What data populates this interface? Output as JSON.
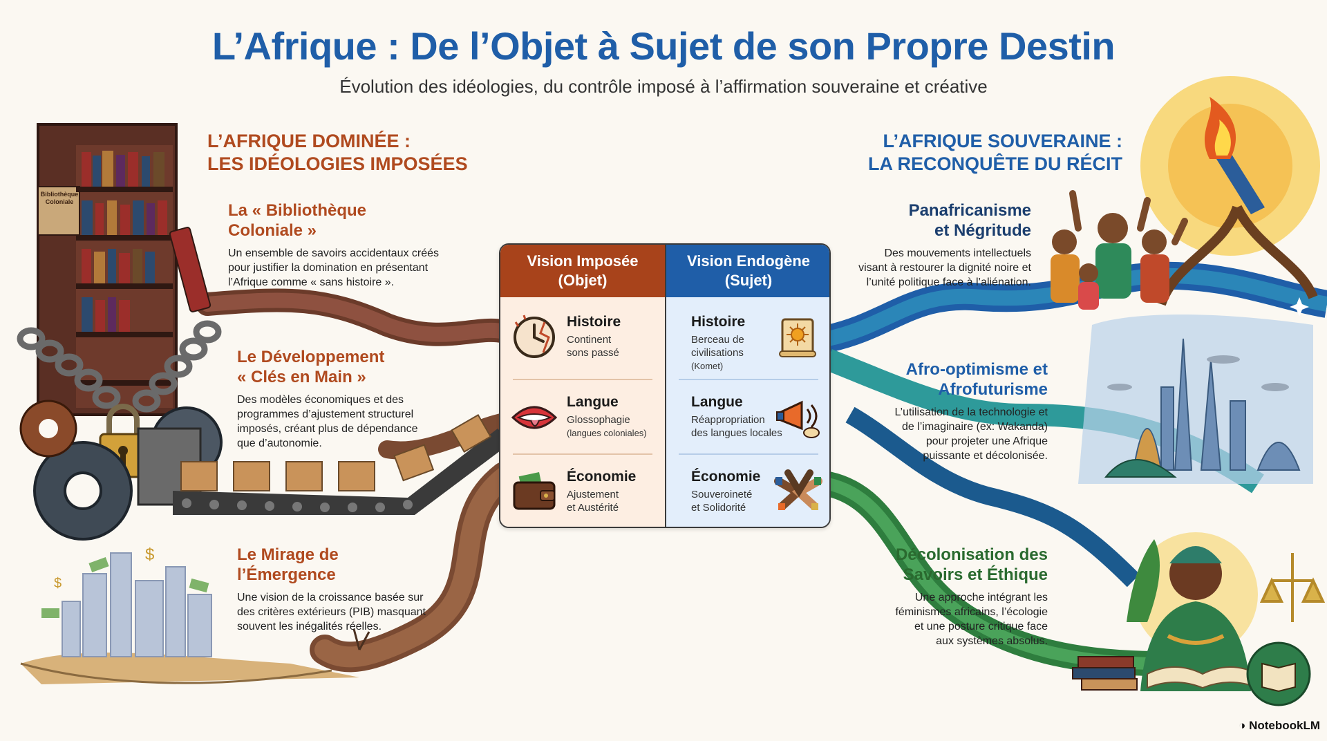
{
  "header": {
    "title": "L’Afrique : De l’Objet à Sujet de son Propre Destin",
    "subtitle": "Évolution des idéologies, du contrôle imposé à l’affirmation souveraine et créative"
  },
  "left": {
    "heading_line1": "L’AFRIQUE DOMINÉE :",
    "heading_line2": "LES IDÉOLOGIES IMPOSÉES",
    "bookshelf_label": "Bibliothèque Coloniale",
    "items": [
      {
        "title1": "La « Bibliothèque",
        "title2": "Coloniale »",
        "lines": [
          "Un ensemble de savoirs accidentaux créés",
          "pour justifier la domination en présentant",
          "l’Afrique comme « sans histoire »."
        ]
      },
      {
        "title1": "Le Développement",
        "title2": "« Clés en Main »",
        "lines": [
          "Des modèles économiques et des",
          "programmes d’ajustement structurel",
          "imposés, créant plus de dépendance",
          "que d’autonomie."
        ]
      },
      {
        "title1": "Le Mirage de",
        "title2": "l’Émergence",
        "lines": [
          "Une vision de la croissance basée sur",
          "des critères extérieurs (PIB) masquant",
          "souvent les inégalités réelles."
        ]
      }
    ]
  },
  "right": {
    "heading_line1": "L’AFRIQUE SOUVERAINE :",
    "heading_line2": "LA RECONQUÊTE DU RÉCIT",
    "items": [
      {
        "title1": "Panafricanisme",
        "title2": "et Négritude",
        "lines": [
          "Des mouvements intellectuels",
          "visant à restourer la dignité noire et",
          "l’unité politique face à l’aliénation."
        ]
      },
      {
        "title1": "Afro-optimisme et",
        "title2": "Afrofuturisme",
        "lines": [
          "L’utilisation de la technologie et",
          "de l’imaginaire (ex: Wakanda)",
          "pour projeter une Afrique",
          "puissante et décolonisée."
        ]
      },
      {
        "title1": "Décolonisation des",
        "title2": "Savoirs et Éthique",
        "lines": [
          "Une approche intégrant les",
          "féminismes africains, l’écologie",
          "et une posture critique face",
          "aux systèmes absolus."
        ]
      }
    ]
  },
  "table": {
    "left_header_line1": "Vision Imposée",
    "left_header_line2": "(Objet)",
    "right_header_line1": "Vision Endogène",
    "right_header_line2": "(Sujet)",
    "left_rows": [
      {
        "title": "Histoire",
        "line1": "Continent",
        "line2": "sons passé",
        "icon": "broken-clock-icon"
      },
      {
        "title": "Langue",
        "line1": "Glossophagie",
        "line2": "(langues coloniales)",
        "icon": "mouth-icon"
      },
      {
        "title": "Économie",
        "line1": "Ajustement",
        "line2": "et Austérité",
        "icon": "empty-wallet-icon"
      }
    ],
    "right_rows": [
      {
        "title": "Histoire",
        "line1": "Berceau de",
        "line2": "civilisations",
        "line3": "(Komet)",
        "icon": "scroll-sun-icon"
      },
      {
        "title": "Langue",
        "line1": "Réappropriation",
        "line2": "des langues locales",
        "icon": "megaphone-icon"
      },
      {
        "title": "Économie",
        "line1": "Souveroineté",
        "line2": "et Solidorité",
        "icon": "joined-hands-icon"
      }
    ]
  },
  "footer": {
    "brand": "NotebookLM"
  },
  "colors": {
    "title_blue": "#1f5ea8",
    "imposed_rust": "#a8431b",
    "endogenous_blue": "#1f5ea8",
    "green": "#2a6a2f"
  }
}
